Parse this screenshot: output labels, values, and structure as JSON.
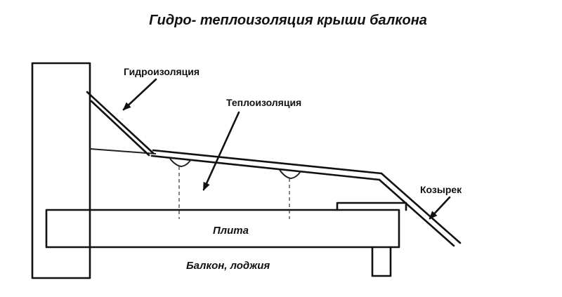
{
  "title": "Гидро- теплоизоляция крыши балкона",
  "labels": {
    "waterproofing": "Гидроизоляция",
    "insulation": "Теплоизоляция",
    "visor": "Козырек",
    "slab": "Плита",
    "balcony": "Балкон, лоджия"
  }
}
